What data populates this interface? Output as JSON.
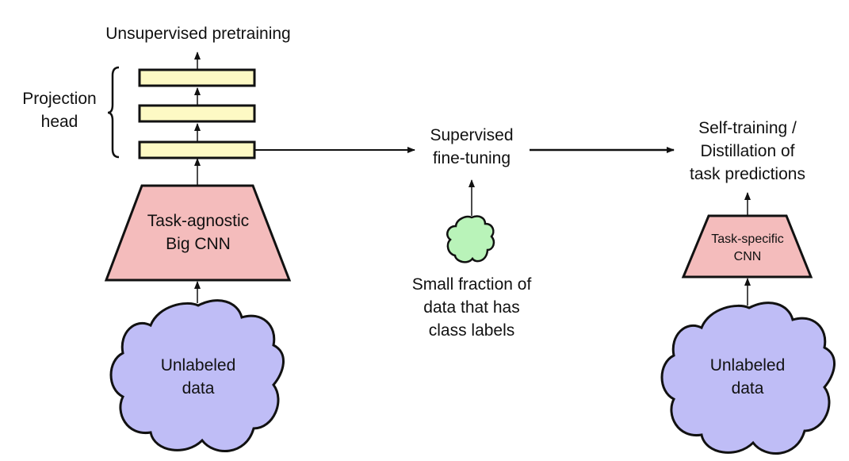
{
  "diagram": {
    "colors": {
      "projection_layer_fill": "#fdf9c4",
      "cnn_fill": "#f4bcbc",
      "unlabeled_cloud_fill": "#bfbdf6",
      "labeled_cloud_fill": "#b9f3b9",
      "stroke": "#111111"
    },
    "stage1": {
      "output_label": "Unsupervised pretraining",
      "projection_head_label": "Projection\nhead",
      "encoder_label": "Task-agnostic\nBig CNN",
      "data_label": "Unlabeled\ndata"
    },
    "stage2": {
      "label": "Supervised\nfine-tuning",
      "data_label": "Small fraction of\ndata that has\nclass labels"
    },
    "stage3": {
      "label": "Self-training /\nDistillation of\ntask predictions",
      "model_label": "Task-specific\nCNN",
      "data_label": "Unlabeled\ndata"
    }
  }
}
